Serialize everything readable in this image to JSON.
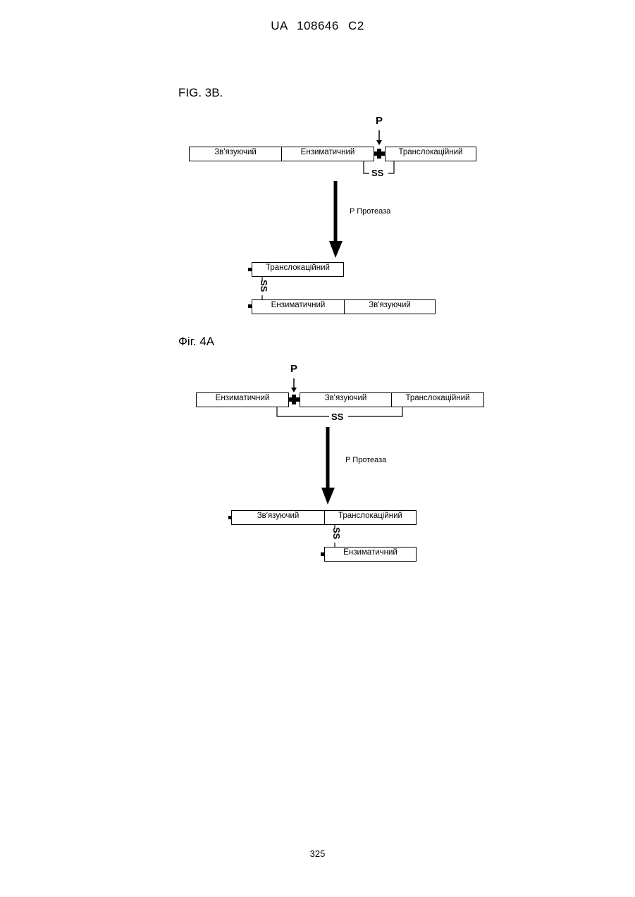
{
  "header": {
    "code": "UA 108646 C2"
  },
  "page_number": "325",
  "figure_3b": {
    "label": "FIG. 3B.",
    "top_row": [
      "Зв'язуючий",
      "Ензиматичний",
      "Транслокаційний"
    ],
    "p_marker": "P",
    "ss_label": "SS",
    "protease_label": "P Протеаза",
    "result_top": "Транслокаційний",
    "result_ss": "SS",
    "result_bottom": [
      "Ензиматичний",
      "Зв'язуючий"
    ]
  },
  "figure_4a": {
    "label": "Фіг. 4A",
    "top_row": [
      "Ензиматичний",
      "Зв'язуючий",
      "Транслокаційний"
    ],
    "p_marker": "P",
    "ss_label": "SS",
    "protease_label": "P Протеаза",
    "result_top": [
      "Зв'язуючий",
      "Транслокаційний"
    ],
    "result_ss": "SS",
    "result_bottom": "Ензиматичний"
  }
}
